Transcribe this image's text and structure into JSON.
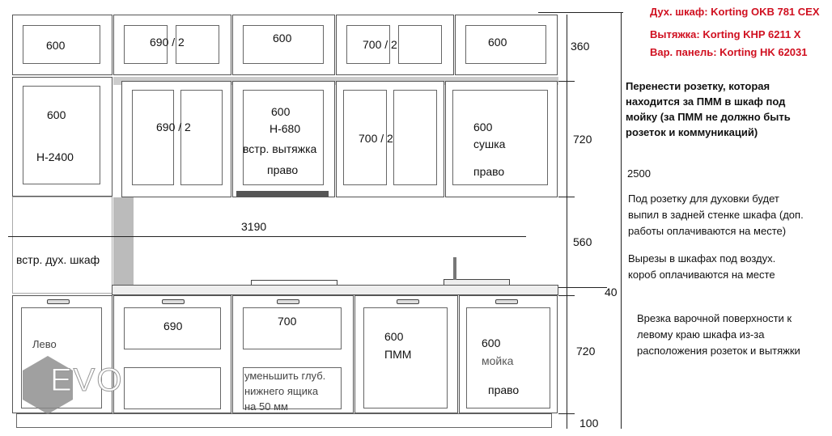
{
  "upper_top": [
    "600",
    "690  /  2",
    "600",
    "700  /  2",
    "600"
  ],
  "upper_mid": {
    "tall": [
      "600",
      "Н-2400"
    ],
    "c1": "690  /  2",
    "c2": [
      "600",
      "Н-680",
      "встр. вытяжка",
      "право"
    ],
    "c3": "700  /  2",
    "c4": [
      "600",
      "сушка",
      "право"
    ]
  },
  "oven_label": "встр. дух. шкаф",
  "width_dim": "3190",
  "base": {
    "c1": "690",
    "c2": "700",
    "c2_note": [
      "уменьшить  глуб.",
      "нижнего ящика",
      "на 50 мм"
    ],
    "c3": [
      "600",
      "ПММ"
    ],
    "c4": [
      "600",
      "мойка",
      "право"
    ],
    "left": "Лево"
  },
  "dims": {
    "d360": "360",
    "d720a": "720",
    "d560": "560",
    "d40": "40",
    "d720b": "720",
    "d100": "100",
    "total": "2500"
  },
  "appliances": [
    "Дух. шкаф: Korting OKB 781 CEX",
    "Вытяжка: Korting KHP 6211 X",
    "Вар. панель: Korting HK 62031"
  ],
  "notes": {
    "socket_move": [
      "Перенести розетку, которая",
      "находится за ПММ в шкаф под",
      "мойку (за ПММ не  должно быть",
      "розеток  и коммуникаций)"
    ],
    "oven_socket": [
      "Под розетку для духовки будет",
      "выпил в задней стенке шкафа (доп.",
      "работы оплачиваются на месте)"
    ],
    "vent": [
      "Вырезы в шкафах под воздух.",
      "короб оплачиваются на месте"
    ],
    "hob": [
      "Врезка варочной поверхности к",
      "левому краю шкафа из-за",
      "расположения розеток и вытяжки"
    ]
  },
  "logo": "EVO",
  "colors": {
    "accent": "#d01020"
  }
}
